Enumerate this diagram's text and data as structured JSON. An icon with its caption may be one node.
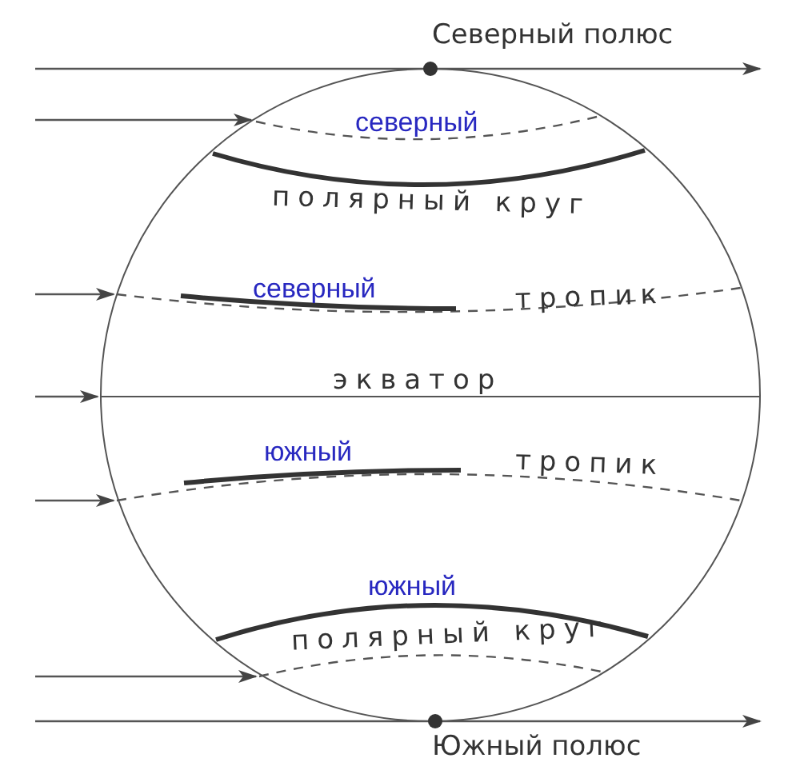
{
  "diagram": {
    "labels": [
      "Северный полюс",
      "северный",
      "полярный круг",
      "северный",
      "тропик",
      "экватор",
      "южный",
      "тропик",
      "южный",
      "полярный круг",
      "Южный полюс"
    ]
  }
}
